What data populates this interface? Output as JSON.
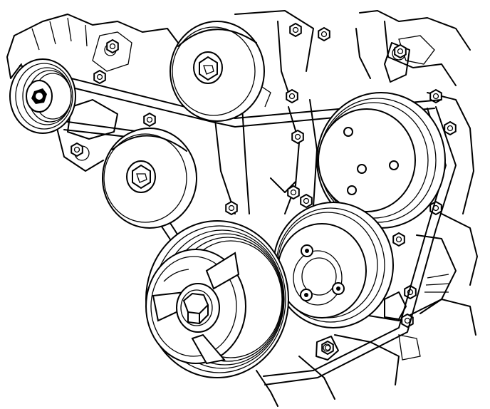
{
  "diagram": {
    "style": "black line art on white",
    "colors": {
      "line": "#000000",
      "background": "#ffffff"
    },
    "components": [
      "generator-pulley",
      "idler-pulley-upper",
      "idler-pulley-lower",
      "power-steering-pulley",
      "crankshaft-pulley",
      "water-pump-pulley",
      "drive-belt"
    ]
  }
}
